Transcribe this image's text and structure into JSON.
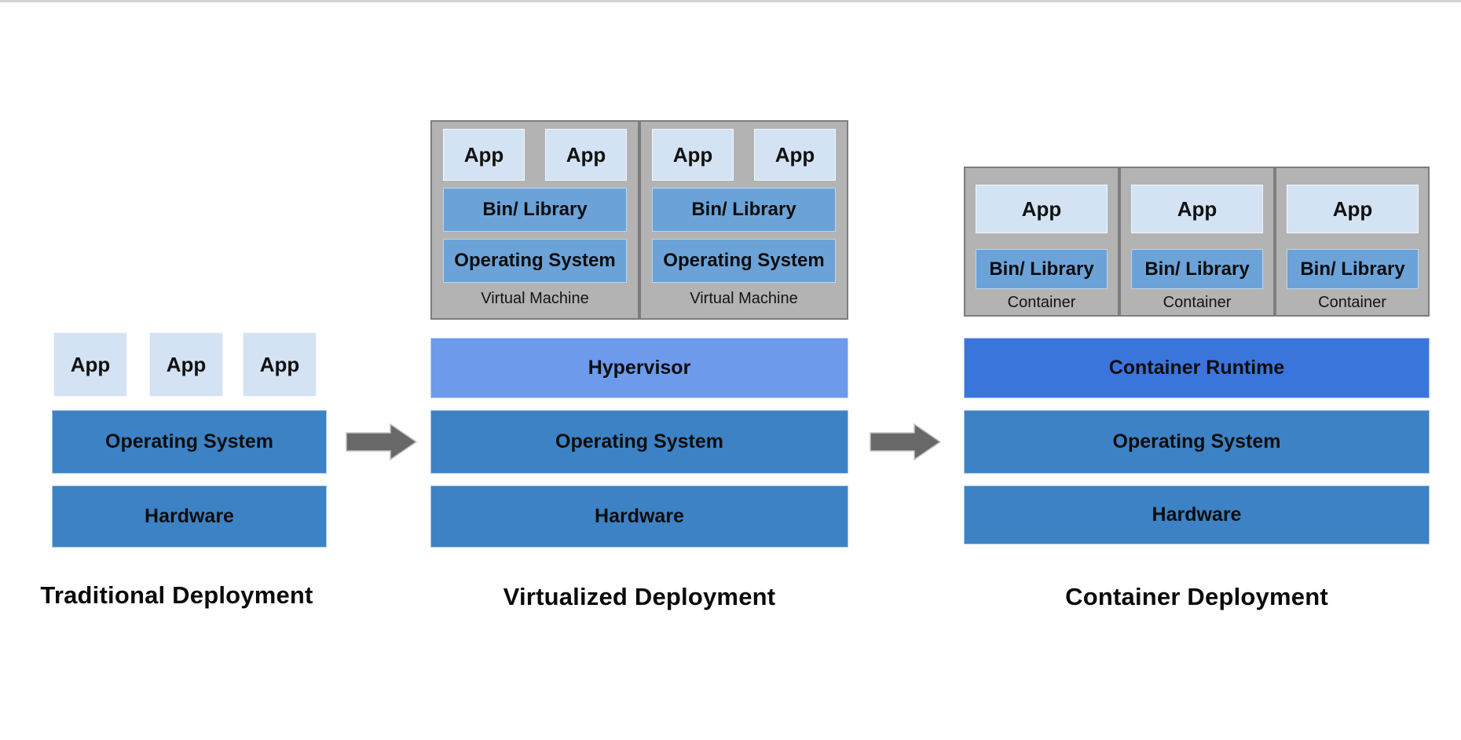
{
  "palette": {
    "steel_blue": "#3d82c4",
    "light_steel_blue": "#6ba3d9",
    "hypervisor_blue": "#6d9aea",
    "runtime_blue": "#3a75dc",
    "app_blue": "#d4e3f3",
    "band_gray": "#b3b3b3",
    "band_border_gray": "#7d7d7d",
    "arrow_gray": "#686868"
  },
  "sections": {
    "traditional": {
      "title": "Traditional Deployment",
      "apps": [
        "App",
        "App",
        "App"
      ],
      "os": "Operating System",
      "hardware": "Hardware"
    },
    "virtualized": {
      "title": "Virtualized Deployment",
      "vms": [
        {
          "label": "Virtual Machine",
          "apps": [
            "App",
            "App"
          ],
          "bin_library": "Bin/ Library",
          "os": "Operating System"
        },
        {
          "label": "Virtual Machine",
          "apps": [
            "App",
            "App"
          ],
          "bin_library": "Bin/ Library",
          "os": "Operating System"
        }
      ],
      "hypervisor": "Hypervisor",
      "os": "Operating System",
      "hardware": "Hardware"
    },
    "container": {
      "title": "Container Deployment",
      "containers": [
        {
          "label": "Container",
          "app": "App",
          "bin_library": "Bin/ Library"
        },
        {
          "label": "Container",
          "app": "App",
          "bin_library": "Bin/ Library"
        },
        {
          "label": "Container",
          "app": "App",
          "bin_library": "Bin/ Library"
        }
      ],
      "runtime": "Container Runtime",
      "os": "Operating System",
      "hardware": "Hardware"
    }
  }
}
